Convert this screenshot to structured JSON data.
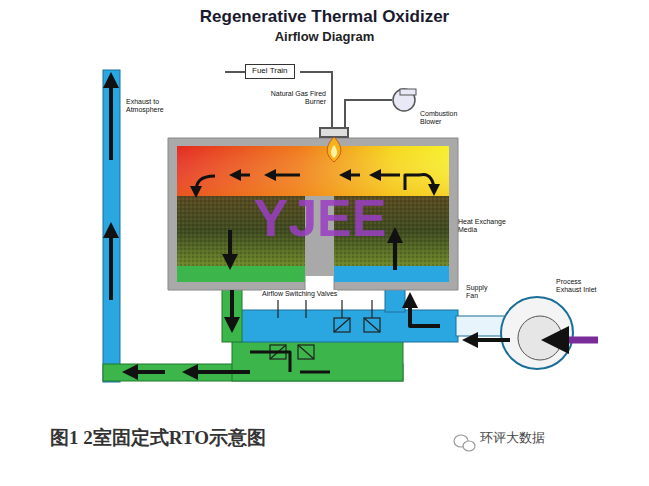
{
  "diagram": {
    "title": "Regenerative Thermal Oxidizer",
    "caption": "图1 2室固定式RTO示意图",
    "nodes": [
      {
        "text": [
          "Fuel Train"
        ]
      }
    ],
    "labels": [
      "Airflow Diagram",
      "Natural Gas Fired Burner",
      "Combustion Blower",
      "Exhaust to Atmosphere",
      "Heat Exchange Media",
      "Airflow Switching Valves",
      "Supply Fan",
      "Process Exhaust Inlet",
      "YJEE",
      "环评大数据"
    ]
  }
}
